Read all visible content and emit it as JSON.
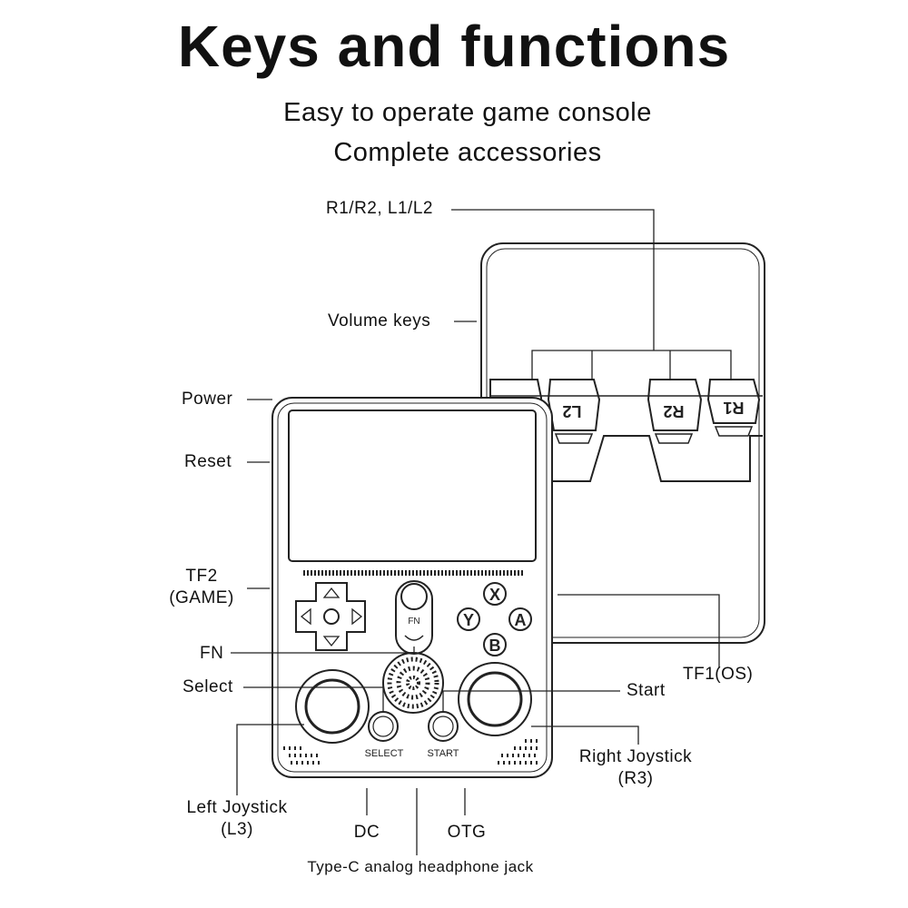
{
  "header": {
    "title": "Keys and functions",
    "subtitle_line1": "Easy to operate game console",
    "subtitle_line2": "Complete accessories"
  },
  "labels": {
    "shoulder": "R1/R2, L1/L2",
    "volume": "Volume keys",
    "power": "Power",
    "reset": "Reset",
    "tf2_line1": "TF2",
    "tf2_line2": "(GAME)",
    "fn": "FN",
    "select": "Select",
    "start": "Start",
    "tf1": "TF1(OS)",
    "right_joystick_line1": "Right Joystick",
    "right_joystick_line2": "(R3)",
    "left_joystick_line1": "Left Joystick",
    "left_joystick_line2": "(L3)",
    "dc": "DC",
    "otg": "OTG",
    "typec": "Type-C analog headphone jack"
  },
  "device": {
    "fn_button_text": "FN",
    "select_button_text": "SELECT",
    "start_button_text": "START",
    "face_buttons": [
      "X",
      "Y",
      "A",
      "B"
    ],
    "shoulder_buttons": [
      "L2",
      "R2",
      "R1"
    ]
  }
}
